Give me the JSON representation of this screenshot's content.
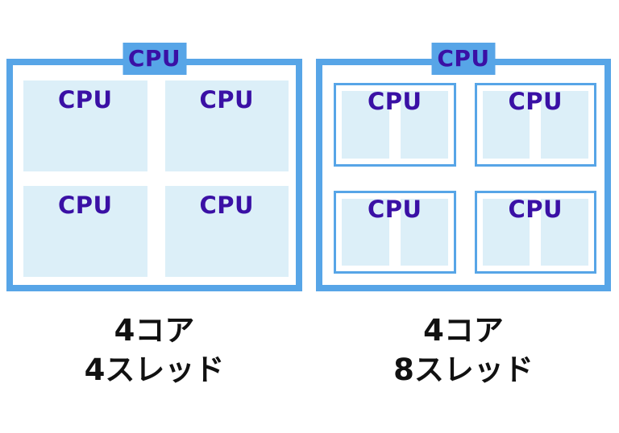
{
  "colors": {
    "package_border_blue": "#57a5e7",
    "thread_fill_light_blue": "#dceff8",
    "cpu_label_purple": "#3a10a5",
    "caption_black": "#111111",
    "background": "#ffffff"
  },
  "left_diagram": {
    "package_label": "CPU",
    "core_labels": [
      "CPU",
      "CPU",
      "CPU",
      "CPU"
    ],
    "threads_per_core": 1,
    "caption": [
      "4コア",
      "4スレッド"
    ]
  },
  "right_diagram": {
    "package_label": "CPU",
    "core_labels": [
      "CPU",
      "CPU",
      "CPU",
      "CPU"
    ],
    "threads_per_core": 2,
    "caption": [
      "4コア",
      "8スレッド"
    ]
  }
}
